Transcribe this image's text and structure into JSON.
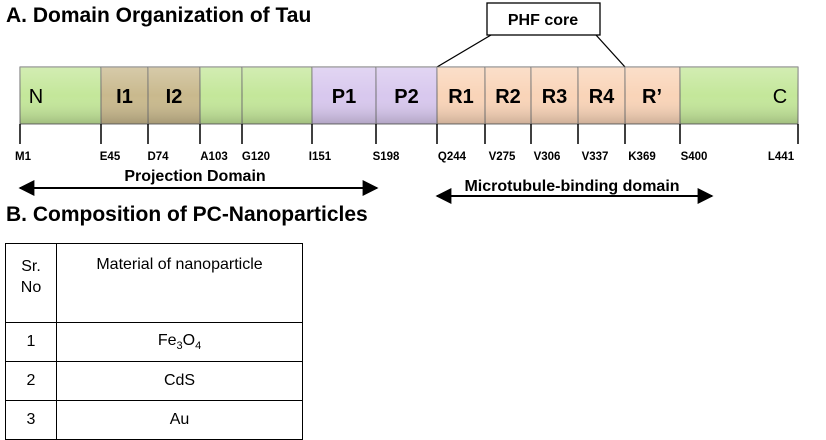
{
  "sectionA": {
    "title": "A. Domain Organization of Tau",
    "phf_label": "PHF core",
    "domains": [
      {
        "label": "N",
        "color": "#c4e79a"
      },
      {
        "label": "I1",
        "color": "#c9b98d"
      },
      {
        "label": "I2",
        "color": "#c9b98d"
      },
      {
        "label": "",
        "color": "#c4e79a"
      },
      {
        "label": "",
        "color": "#c4e79a"
      },
      {
        "label": "P1",
        "color": "#d8c8ee"
      },
      {
        "label": "P2",
        "color": "#d8c8ee"
      },
      {
        "label": "R1",
        "color": "#f9d4b8"
      },
      {
        "label": "R2",
        "color": "#f9d4b8"
      },
      {
        "label": "R3",
        "color": "#f9d4b8"
      },
      {
        "label": "R4",
        "color": "#f9d4b8"
      },
      {
        "label": "R’",
        "color": "#f9d4b8"
      },
      {
        "label": "C",
        "color": "#c4e79a"
      }
    ],
    "residues": [
      "M1",
      "E45",
      "D74",
      "A103",
      "G120",
      "I151",
      "S198",
      "Q244",
      "V275",
      "V306",
      "V337",
      "K369",
      "S400",
      "L441"
    ],
    "projection_label": "Projection Domain",
    "mtb_label": "Microtubule-binding domain"
  },
  "sectionB": {
    "title": "B. Composition of PC-Nanoparticles",
    "header_col1_line1": "Sr.",
    "header_col1_line2": "No",
    "header_col2": "Material of nanoparticle",
    "rows": [
      {
        "no": "1",
        "material_parts": [
          "Fe",
          "3",
          "O",
          "4"
        ]
      },
      {
        "no": "2",
        "material": "CdS"
      },
      {
        "no": "3",
        "material": "Au"
      }
    ]
  }
}
